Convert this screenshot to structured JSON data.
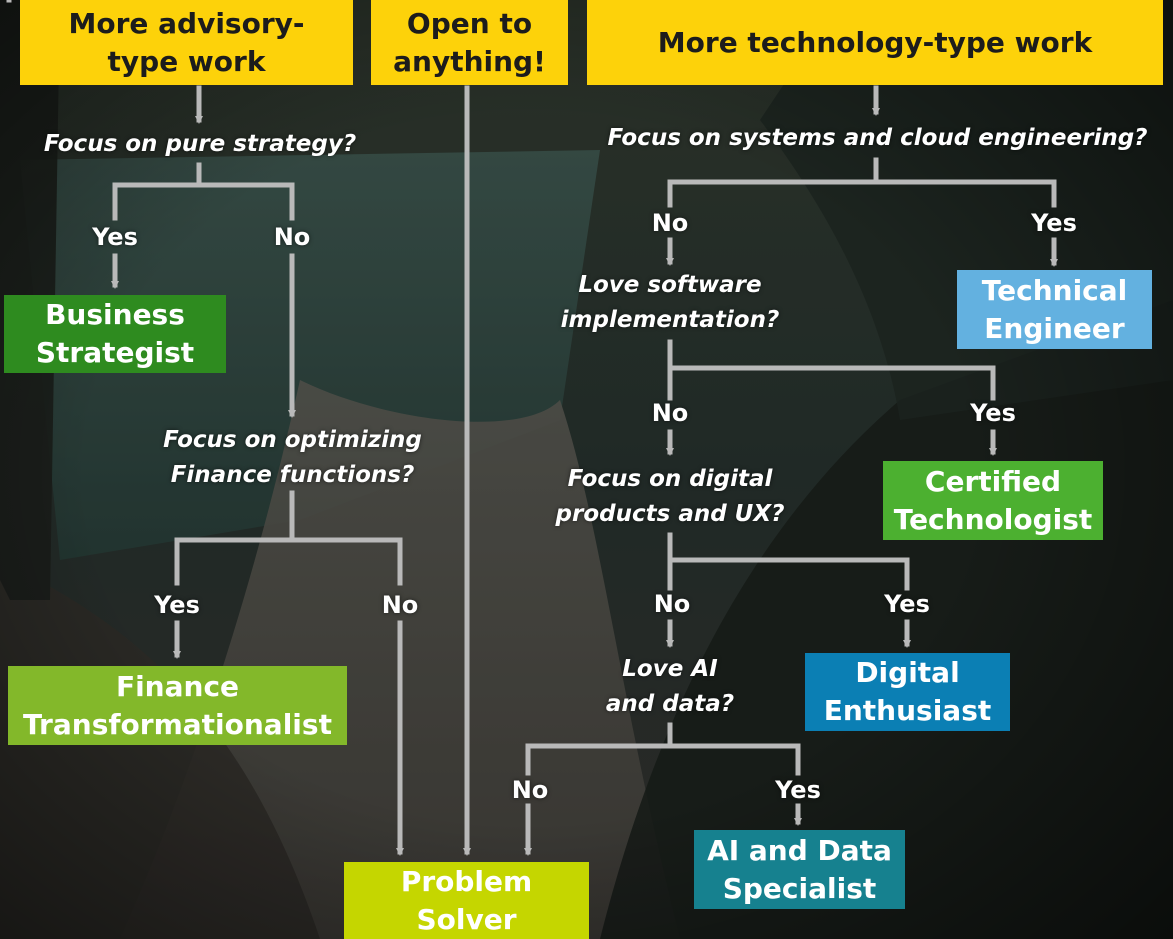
{
  "colors": {
    "yellow": "#fdd20a",
    "lime": "#c5d600",
    "green_dark": "#2e8b1f",
    "green_light": "#83b82a",
    "green_mid": "#4cb030",
    "blue_light": "#63b1e0",
    "blue": "#0b7fb4",
    "teal": "#16818f",
    "connector": "#b9b9b9"
  },
  "start_boxes": {
    "advisory": "More advisory-\ntype work",
    "open": "Open to\nanything!",
    "technology": "More technology-type work"
  },
  "questions": {
    "pure_strategy": "Focus on pure strategy?",
    "optimizing_finance": "Focus on optimizing\nFinance functions?",
    "systems_cloud": "Focus on systems and cloud engineering?",
    "software_implementation": "Love software\nimplementation?",
    "digital_products": "Focus on digital\nproducts and UX?",
    "ai_data": "Love AI\nand data?"
  },
  "answers": {
    "yes": "Yes",
    "no": "No"
  },
  "outcomes": {
    "business_strategist": "Business\nStrategist",
    "finance_transformationalist": "Finance\nTransformationalist",
    "technical_engineer": "Technical\nEngineer",
    "certified_technologist": "Certified\nTechnologist",
    "digital_enthusiast": "Digital\nEnthusiast",
    "ai_data_specialist": "AI and Data\nSpecialist",
    "problem_solver": "Problem\nSolver"
  }
}
